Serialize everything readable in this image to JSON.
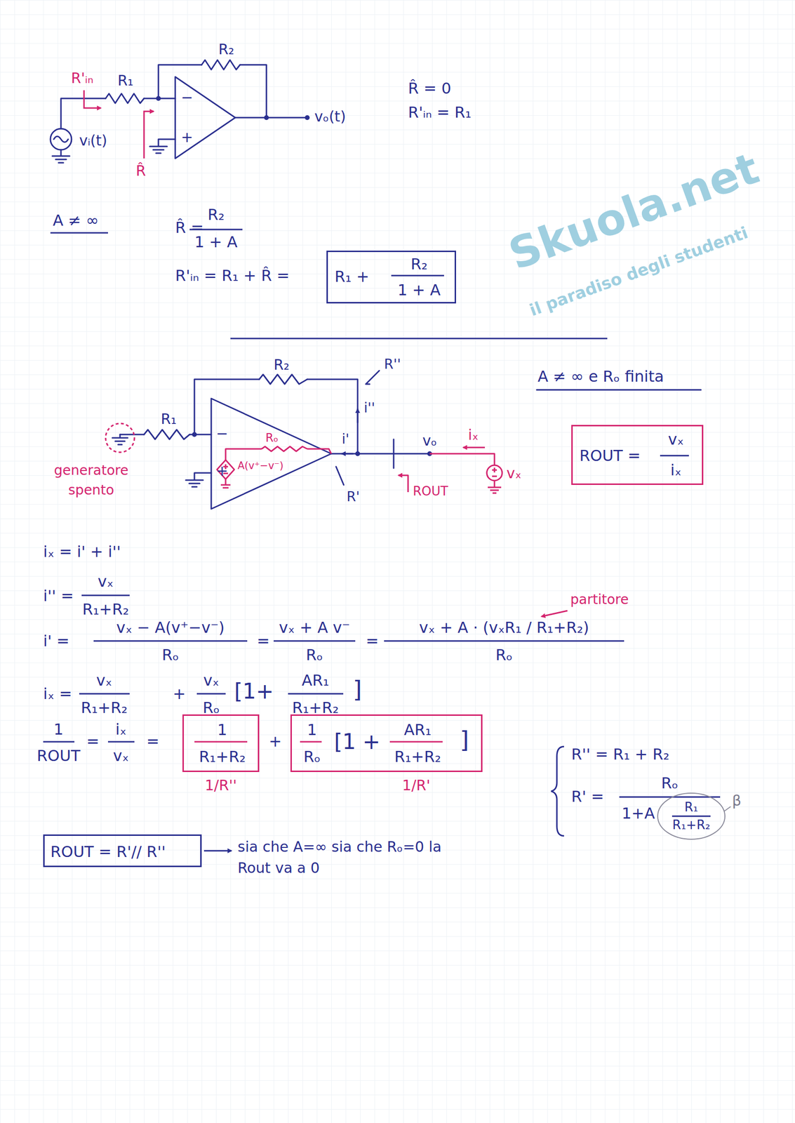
{
  "diagram": {
    "nodes": [
      {
        "text": [
          "R₁ +",
          "R₂",
          "1 + A"
        ]
      },
      {
        "text": [
          "ROUT =",
          "vₓ",
          "iₓ"
        ]
      },
      {
        "text": [
          "1",
          "R₁+R₂"
        ]
      },
      {
        "text": [
          "1",
          "Rₒ",
          "[1 +",
          "AR₁",
          "R₁+R₂",
          "]"
        ]
      },
      {
        "text": [
          "ROUT = R'// R''"
        ]
      }
    ],
    "labels": [
      "Skuola.net",
      "il paradiso degli studenti",
      "R'ᵢₙ",
      "R₁",
      "R₂",
      "−",
      "+",
      "vᵢ(t)",
      "vₒ(t)",
      "R̂",
      "R̂ = 0",
      "R'ᵢₙ = R₁",
      "A ≠ ∞",
      "R̂ =",
      "R₂",
      "1 + A",
      "R'ᵢₙ = R₁ + R̂ =",
      "A ≠ ∞ e Rₒ finita",
      "R₂",
      "R''",
      "i''",
      "R₁",
      "−",
      "+",
      "Rₒ",
      "A(v⁺−v⁻)",
      "i'",
      "R'",
      "vₒ",
      "iₓ",
      "vₓ",
      "ROUT",
      "generatore spento",
      "iₓ = i' + i''",
      "i'' =",
      "vₓ",
      "R₁+R₂",
      "i' =",
      "vₓ − A(v⁺−v⁻)",
      "Rₒ",
      "=",
      "vₓ + A v⁻",
      "Rₒ",
      "=",
      "vₓ + A · (vₓR₁ / R₁+R₂)",
      "Rₒ",
      "partitore",
      "iₓ =",
      "vₓ",
      "R₁+R₂",
      "+",
      "vₓ",
      "Rₒ",
      "[1+",
      "AR₁",
      "R₁+R₂",
      "]",
      "1",
      "ROUT",
      "=",
      "iₓ",
      "vₓ",
      "=",
      "+",
      "1/R''",
      "1/R'",
      "R'' = R₁ + R₂",
      "R' =",
      "Rₒ",
      "1+A",
      "R₁",
      "R₁+R₂",
      "β",
      "sia che A=∞ sia che Rₒ=0 la Rout va a 0"
    ]
  }
}
